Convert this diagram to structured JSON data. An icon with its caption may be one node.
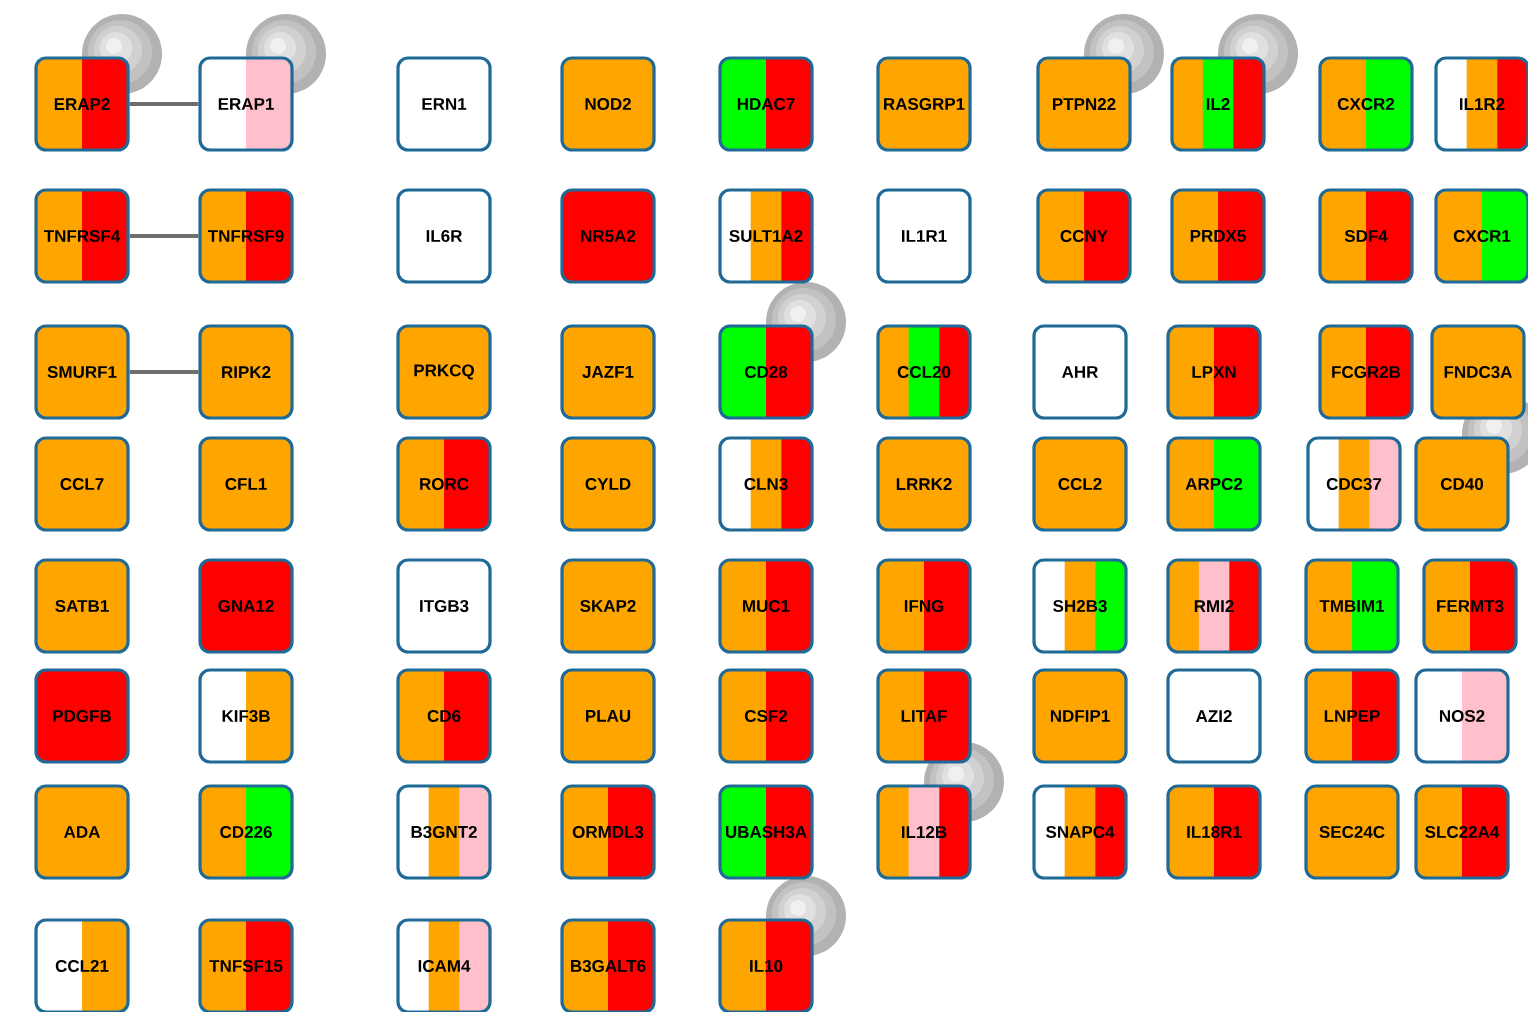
{
  "diagram": {
    "nodes": [
      {
        "text": [
          "ERAP2"
        ]
      },
      {
        "text": [
          "ERAP1"
        ]
      },
      {
        "text": [
          "ERN1"
        ]
      },
      {
        "text": [
          "NOD2"
        ]
      },
      {
        "text": [
          "HDAC7"
        ]
      },
      {
        "text": [
          "RASGRP1"
        ]
      },
      {
        "text": [
          "PTPN22"
        ]
      },
      {
        "text": [
          "IL2"
        ]
      },
      {
        "text": [
          "CXCR2"
        ]
      },
      {
        "text": [
          "IL1R2"
        ]
      },
      {
        "text": [
          "TNFRSF4"
        ]
      },
      {
        "text": [
          "TNFRSF9"
        ]
      },
      {
        "text": [
          "IL6R"
        ]
      },
      {
        "text": [
          "NR5A2"
        ]
      },
      {
        "text": [
          "SULT1A2"
        ]
      },
      {
        "text": [
          "IL1R1"
        ]
      },
      {
        "text": [
          "CCNY"
        ]
      },
      {
        "text": [
          "PRDX5"
        ]
      },
      {
        "text": [
          "SDF4"
        ]
      },
      {
        "text": [
          "CXCR1"
        ]
      },
      {
        "text": [
          "SMURF1"
        ]
      },
      {
        "text": [
          "RIPK2"
        ]
      },
      {
        "text": [
          "PRKCQ"
        ]
      },
      {
        "text": [
          "JAZF1"
        ]
      },
      {
        "text": [
          "CD28"
        ]
      },
      {
        "text": [
          "CCL20"
        ]
      },
      {
        "text": [
          "AHR"
        ]
      },
      {
        "text": [
          "LPXN"
        ]
      },
      {
        "text": [
          "FCGR2B"
        ]
      },
      {
        "text": [
          "FNDC3A"
        ]
      },
      {
        "text": [
          "CCL7"
        ]
      },
      {
        "text": [
          "CFL1"
        ]
      },
      {
        "text": [
          "RORC"
        ]
      },
      {
        "text": [
          "CYLD"
        ]
      },
      {
        "text": [
          "CLN3"
        ]
      },
      {
        "text": [
          "LRRK2"
        ]
      },
      {
        "text": [
          "CCL2"
        ]
      },
      {
        "text": [
          "ARPC2"
        ]
      },
      {
        "text": [
          "CDC37"
        ]
      },
      {
        "text": [
          "CD40"
        ]
      },
      {
        "text": [
          "SATB1"
        ]
      },
      {
        "text": [
          "GNA12"
        ]
      },
      {
        "text": [
          "ITGB3"
        ]
      },
      {
        "text": [
          "SKAP2"
        ]
      },
      {
        "text": [
          "MUC1"
        ]
      },
      {
        "text": [
          "IFNG"
        ]
      },
      {
        "text": [
          "SH2B3"
        ]
      },
      {
        "text": [
          "RMI2"
        ]
      },
      {
        "text": [
          "TMBIM1"
        ]
      },
      {
        "text": [
          "FERMT3"
        ]
      },
      {
        "text": [
          "PDGFB"
        ]
      },
      {
        "text": [
          "KIF3B"
        ]
      },
      {
        "text": [
          "CD6"
        ]
      },
      {
        "text": [
          "PLAU"
        ]
      },
      {
        "text": [
          "CSF2"
        ]
      },
      {
        "text": [
          "LITAF"
        ]
      },
      {
        "text": [
          "NDFIP1"
        ]
      },
      {
        "text": [
          "AZI2"
        ]
      },
      {
        "text": [
          "LNPEP"
        ]
      },
      {
        "text": [
          "NOS2"
        ]
      },
      {
        "text": [
          "ADA"
        ]
      },
      {
        "text": [
          "CD226"
        ]
      },
      {
        "text": [
          "B3GNT2"
        ]
      },
      {
        "text": [
          "ORMDL3"
        ]
      },
      {
        "text": [
          "UBASH3A"
        ]
      },
      {
        "text": [
          "IL12B"
        ]
      },
      {
        "text": [
          "SNAPC4"
        ]
      },
      {
        "text": [
          "IL18R1"
        ]
      },
      {
        "text": [
          "SEC24C"
        ]
      },
      {
        "text": [
          "SLC22A4"
        ]
      },
      {
        "text": [
          "CCL21"
        ]
      },
      {
        "text": [
          "TNFSF15"
        ]
      },
      {
        "text": [
          "ICAM4"
        ]
      },
      {
        "text": [
          "B3GALT6"
        ]
      },
      {
        "text": [
          "IL10"
        ]
      }
    ],
    "edges": [
      {
        "from": 0,
        "to": 1,
        "arrow": "none"
      },
      {
        "from": 10,
        "to": 11,
        "arrow": "none"
      },
      {
        "from": 20,
        "to": 21,
        "arrow": "none"
      }
    ]
  }
}
